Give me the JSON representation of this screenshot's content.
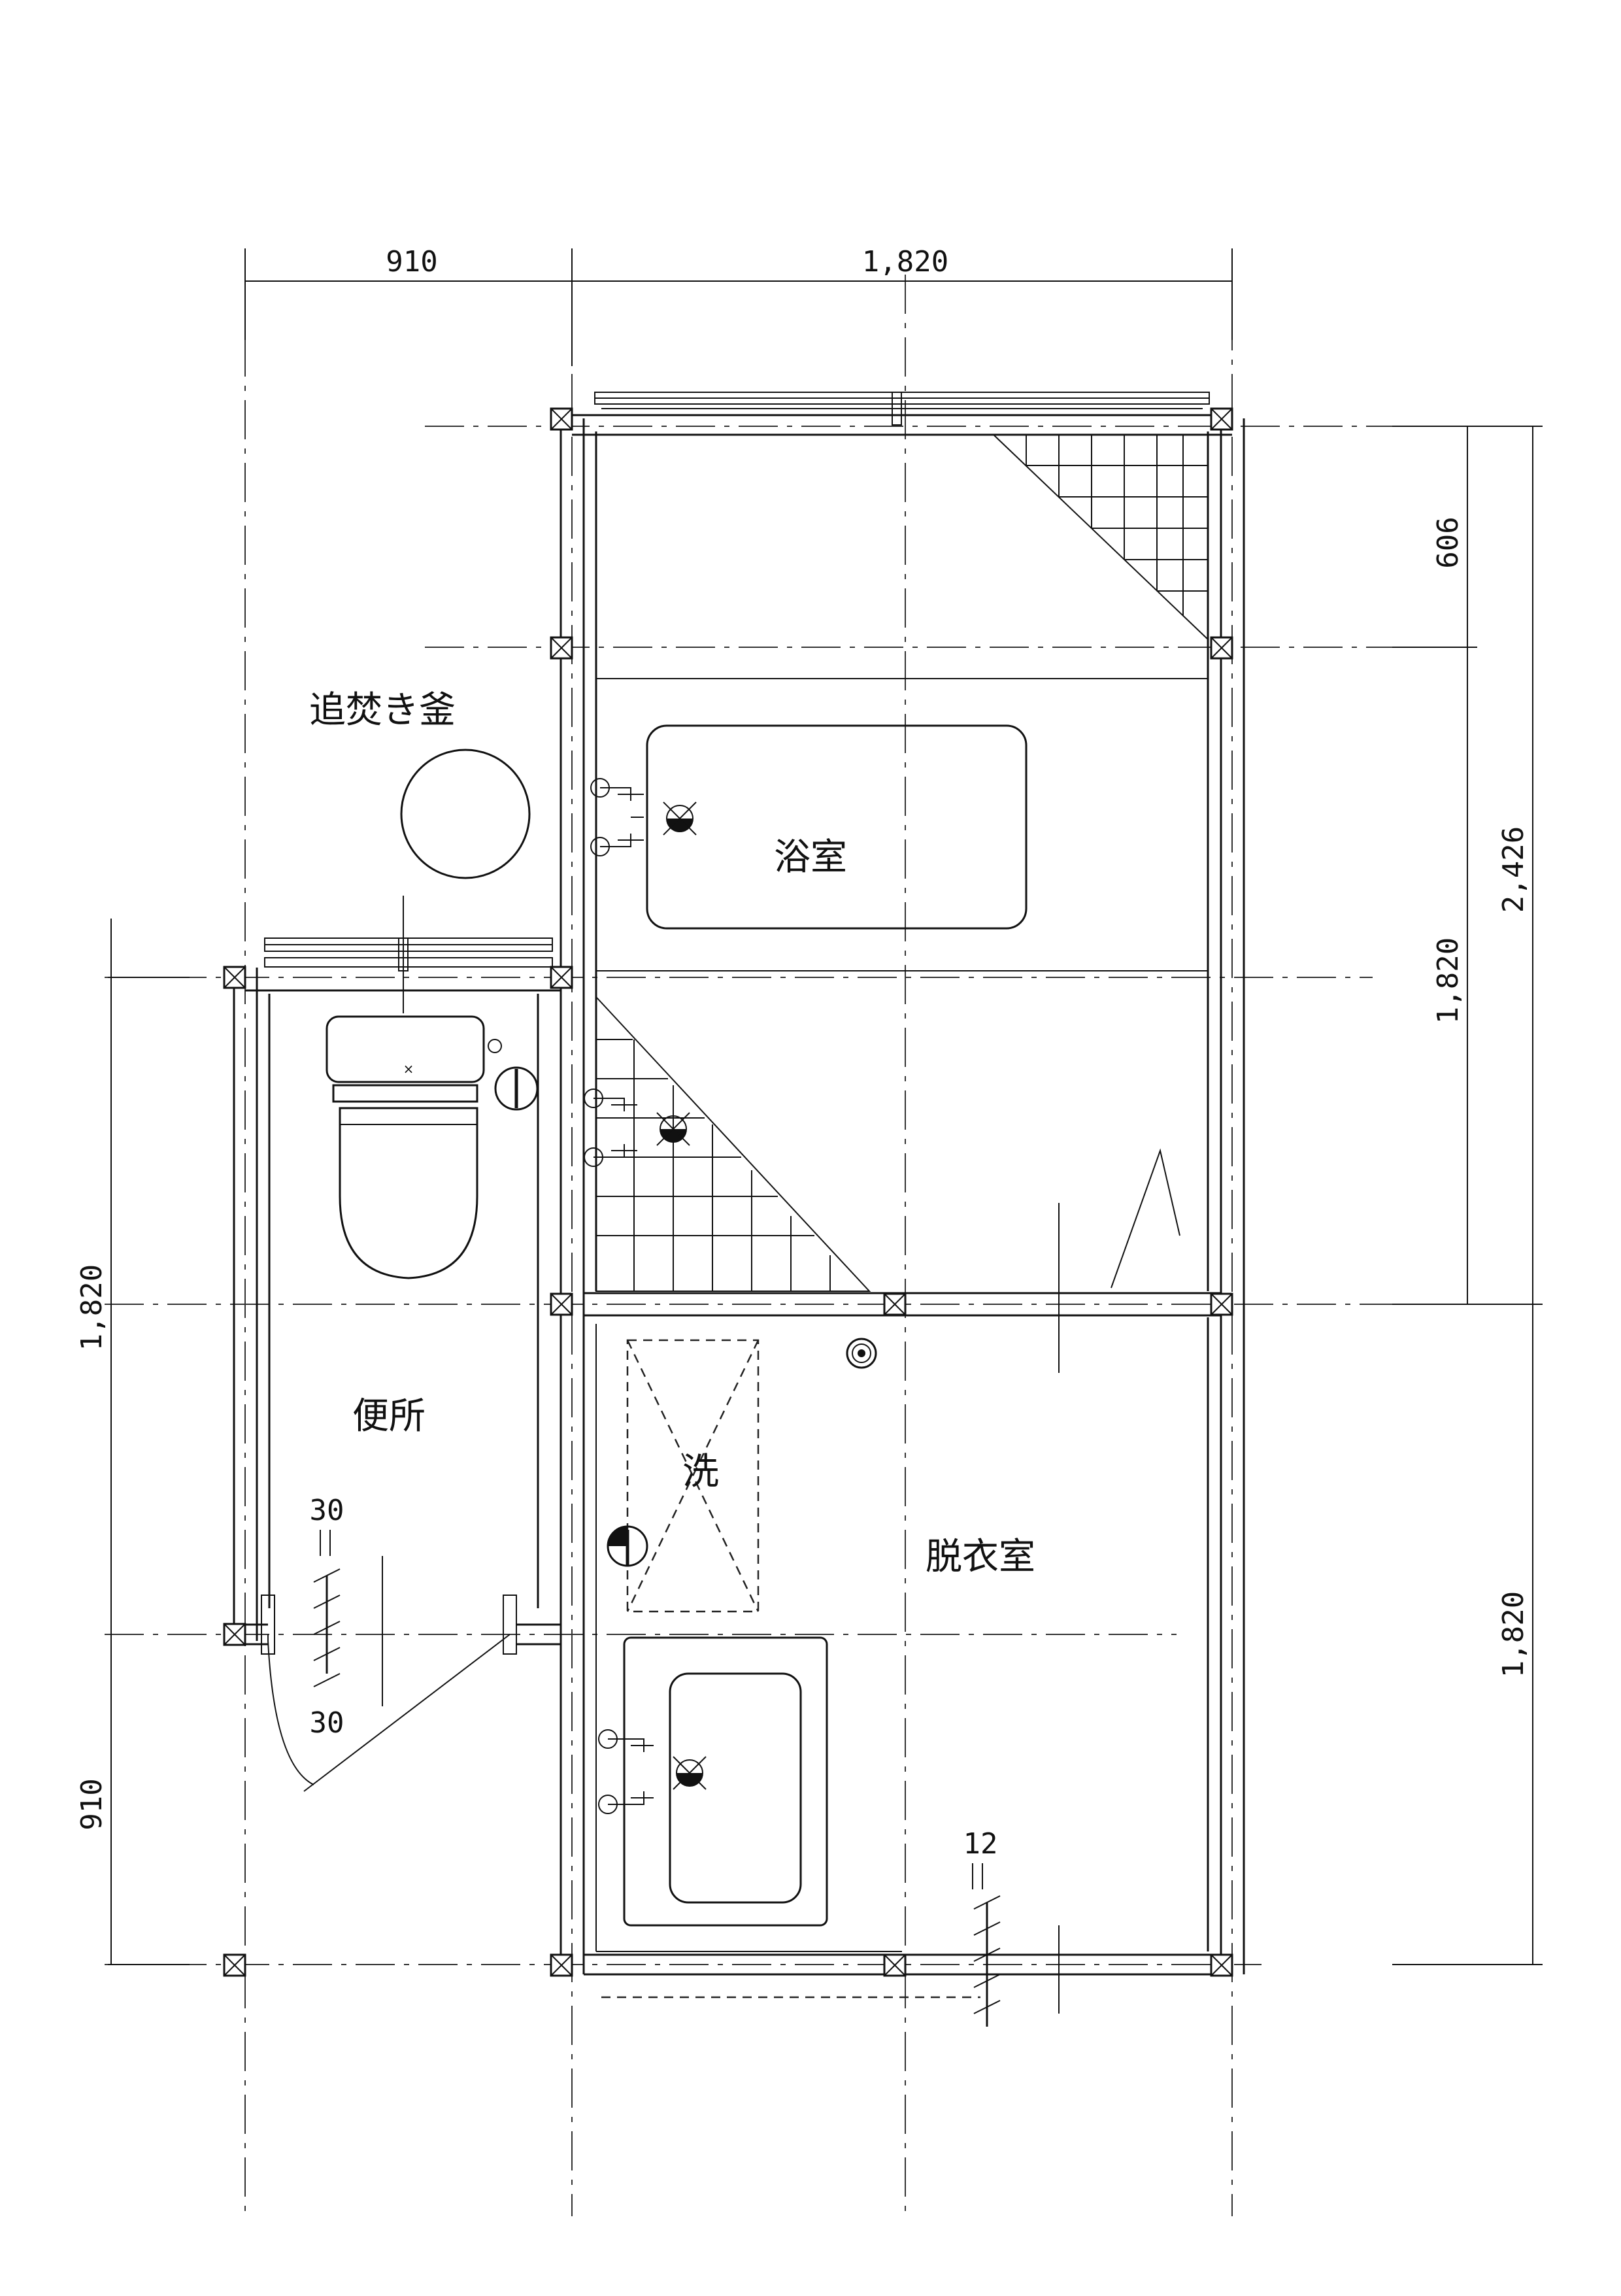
{
  "dimensions": {
    "top_left": "910",
    "top_right": "1,820",
    "right_606": "606",
    "right_1820_upper": "1,820",
    "right_2426": "2,426",
    "right_1820_lower": "1,820",
    "left_1820": "1,820",
    "left_910": "910",
    "door_30_top": "30",
    "door_30_bottom": "30",
    "door_12": "12"
  },
  "rooms": {
    "boiler": "追焚き釜",
    "bathroom": "浴室",
    "toilet": "便所",
    "washer": "洗",
    "dressing": "脱衣室"
  }
}
